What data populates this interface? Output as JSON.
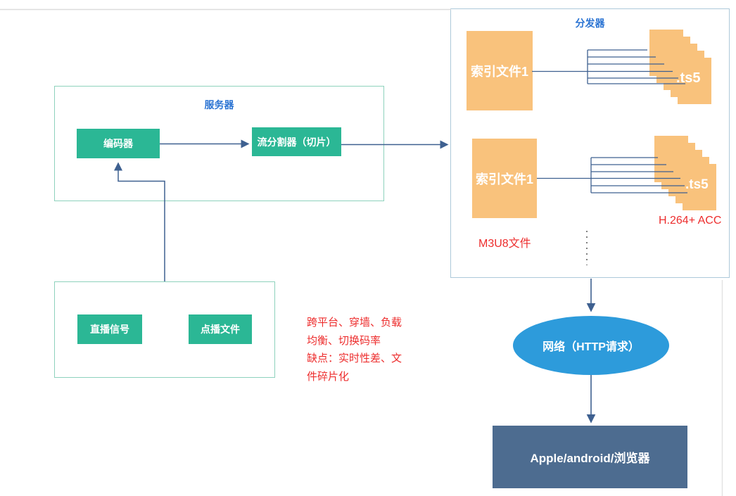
{
  "server_group": {
    "label": "服务器",
    "encoder": "编码器",
    "splitter": "流分割器（切片）"
  },
  "source_group": {
    "live_signal": "直播信号",
    "vod_file": "点播文件"
  },
  "notes": {
    "line1": "跨平台、穿墙、负载",
    "line2": "均衡、切换码率",
    "line3": "缺点：实时性差、文",
    "line4": "件碎片化"
  },
  "distributor_group": {
    "label": "分发器",
    "index_file_row1": "索引文件1",
    "index_file_row2": "索引文件1",
    "ts_label_row1": ".ts5",
    "ts_label_row2": ".ts5",
    "m3u8_note": "M3U8文件",
    "codec_note": "H.264+ ACC"
  },
  "network": {
    "label": "网络（HTTP请求）"
  },
  "clients": {
    "label": "Apple/android/浏览器"
  },
  "colors": {
    "green": "#2bb795",
    "green-border": "#8ed2bd",
    "orange": "#f9c27c",
    "blue-label": "#2b74d3",
    "red": "#ed2d2d",
    "line": "#3e6090",
    "dist-border": "#adc9da",
    "ellipse": "#2d9bdb",
    "client": "#4d6c90"
  }
}
